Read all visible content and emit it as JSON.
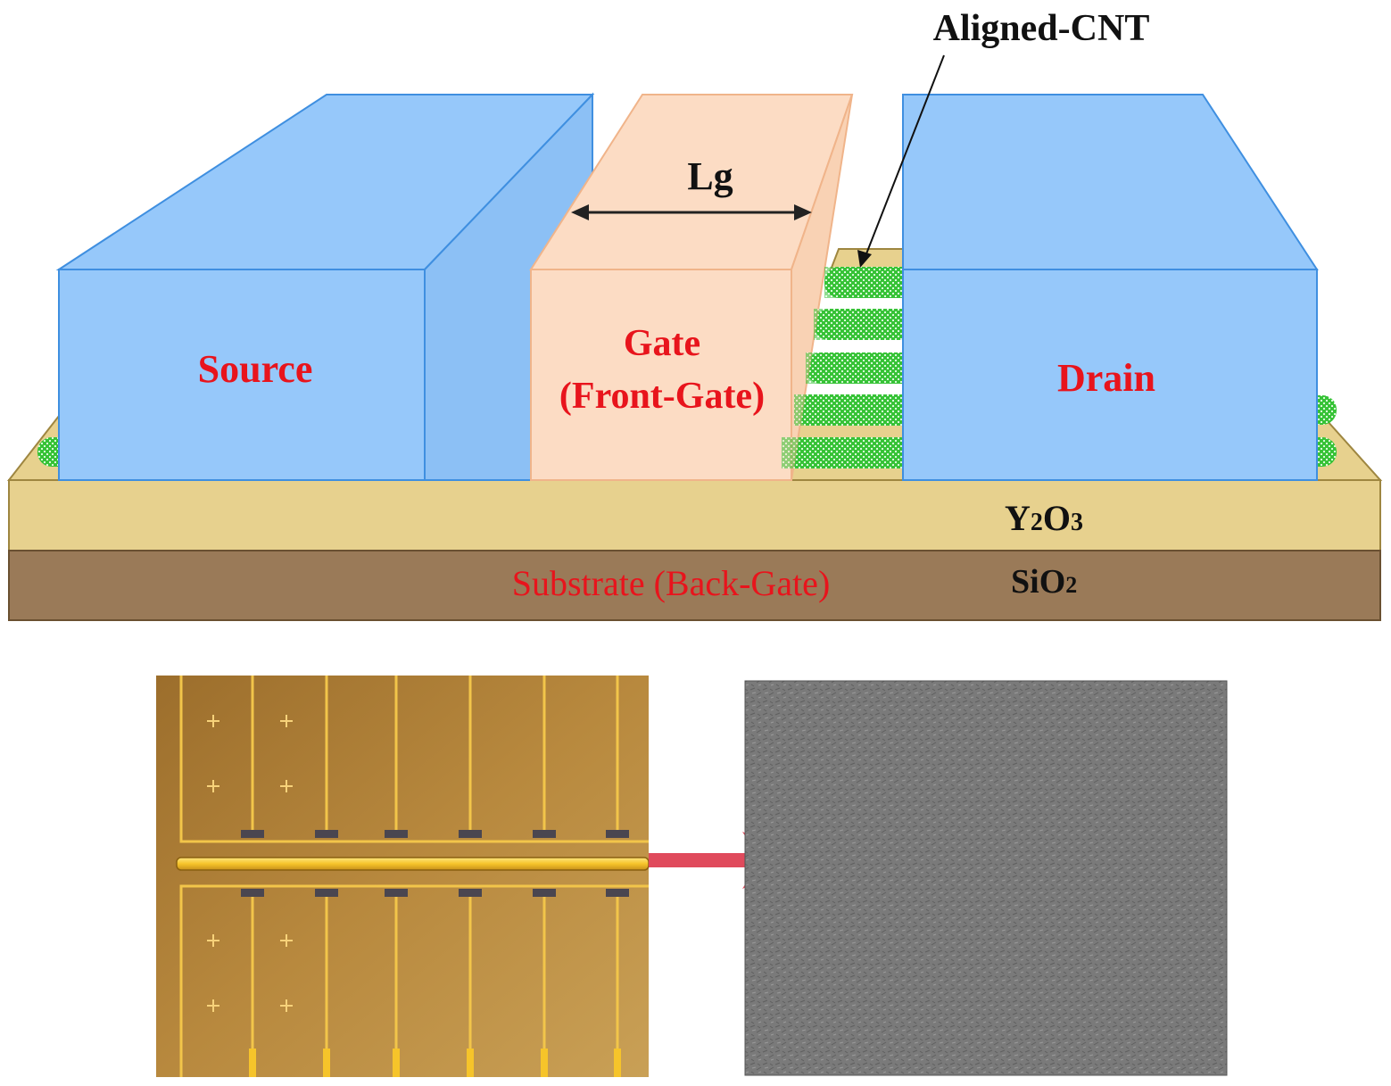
{
  "diagram": {
    "labels": {
      "aligned_cnt": "Aligned-CNT",
      "lg": "Lg",
      "source": "Source",
      "gate_line1": "Gate",
      "gate_line2": "(Front-Gate)",
      "drain": "Drain",
      "y2o3_y": "Y",
      "y2o3_2": "2",
      "y2o3_o": "O",
      "y2o3_3": "3",
      "substrate": "Substrate (Back-Gate)",
      "sio2_si": "SiO",
      "sio2_2": "2"
    },
    "colors": {
      "electrode_blue": "#96c8fa",
      "electrode_edge": "#3f8fe0",
      "gate_peach": "#fcdcc4",
      "oxide_tan": "#e7d18e",
      "substrate_brown": "#9a7a58",
      "cnt_green": "#3cc83c",
      "label_red": "#e8141c",
      "arrow_pink": "#e04a5c"
    }
  }
}
